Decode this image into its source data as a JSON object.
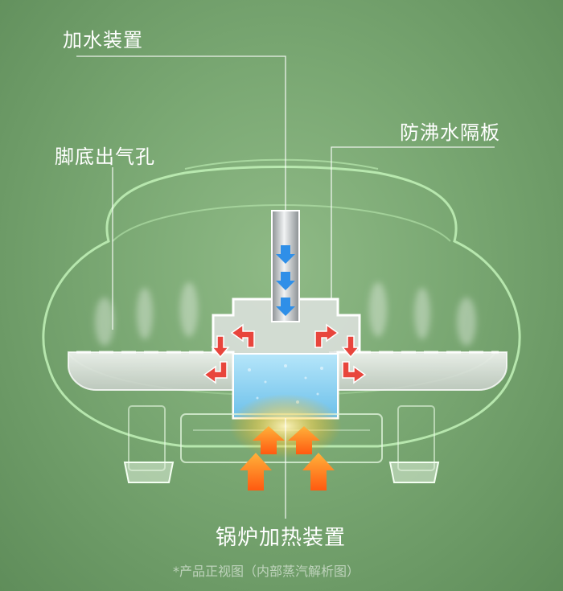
{
  "labels": {
    "water_inlet": "加水装置",
    "anti_overflow_plate": "防沸水隔板",
    "foot_vent_holes": "脚底出气孔",
    "boiler_heater": "锅炉加热装置"
  },
  "caption": "*产品正视图（内部蒸汽解析图）",
  "colors": {
    "background": "#79a772",
    "outline": "#b8f0b0",
    "water": "#8fd3f2",
    "flow_arrow_down": "#2f8fe8",
    "steam_arrow": "#e8453c",
    "heat_arrow": "#ff7a1a"
  }
}
